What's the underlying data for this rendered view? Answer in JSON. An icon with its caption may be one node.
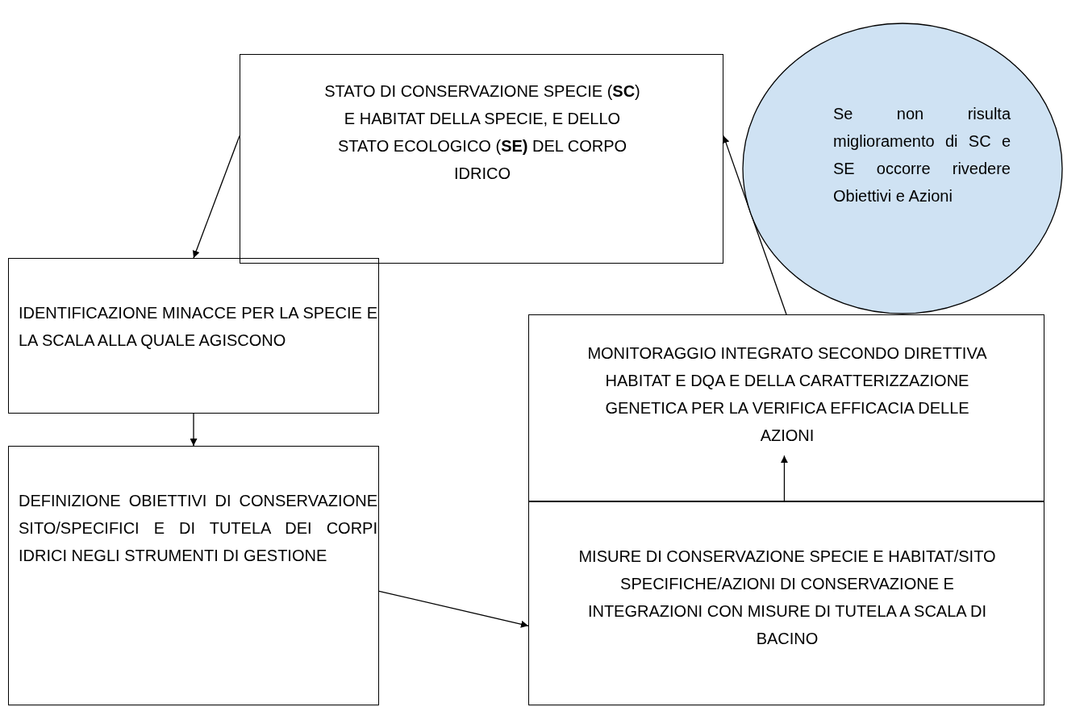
{
  "diagram": {
    "nodes": [
      {
        "text": [
          "STATO DI CONSERVAZIONE SPECIE (**SC**) E HABITAT DELLA SPECIE, E DELLO STATO ECOLOGICO (**SE)** DEL CORPO IDRICO"
        ]
      },
      {
        "text": [
          "Se non risulta miglioramento di SC e SE occorre rivedere Obiettivi e Azioni"
        ]
      },
      {
        "text": [
          "IDENTIFICAZIONE MINACCE PER LA SPECIE E LA SCALA ALLA QUALE AGISCONO"
        ]
      },
      {
        "text": [
          "MONITORAGGIO INTEGRATO SECONDO DIRETTIVA HABITAT E DQA E DELLA CARATTERIZZAZIONE GENETICA PER LA VERIFICA EFFICACIA DELLE AZIONI"
        ]
      },
      {
        "text": [
          "DEFINIZIONE OBIETTIVI DI CONSERVAZIONE SITO/SPECIFICI E DI TUTELA DEI CORPI IDRICI NEGLI STRUMENTI DI GESTIONE"
        ]
      },
      {
        "text": [
          "MISURE DI CONSERVAZIONE SPECIE E HABITAT/SITO SPECIFICHE/AZIONI DI CONSERVAZIONE E INTEGRAZIONI CON MISURE DI TUTELA A SCALA DI BACINO"
        ]
      }
    ],
    "edges": [
      {
        "from": 0,
        "to": 2,
        "arrow": "to"
      },
      {
        "from": 2,
        "to": 4,
        "arrow": "to"
      },
      {
        "from": 4,
        "to": 5,
        "arrow": "to"
      },
      {
        "from": 5,
        "to": 3,
        "arrow": "to"
      },
      {
        "from": 3,
        "to": 0,
        "arrow": "to"
      }
    ]
  }
}
